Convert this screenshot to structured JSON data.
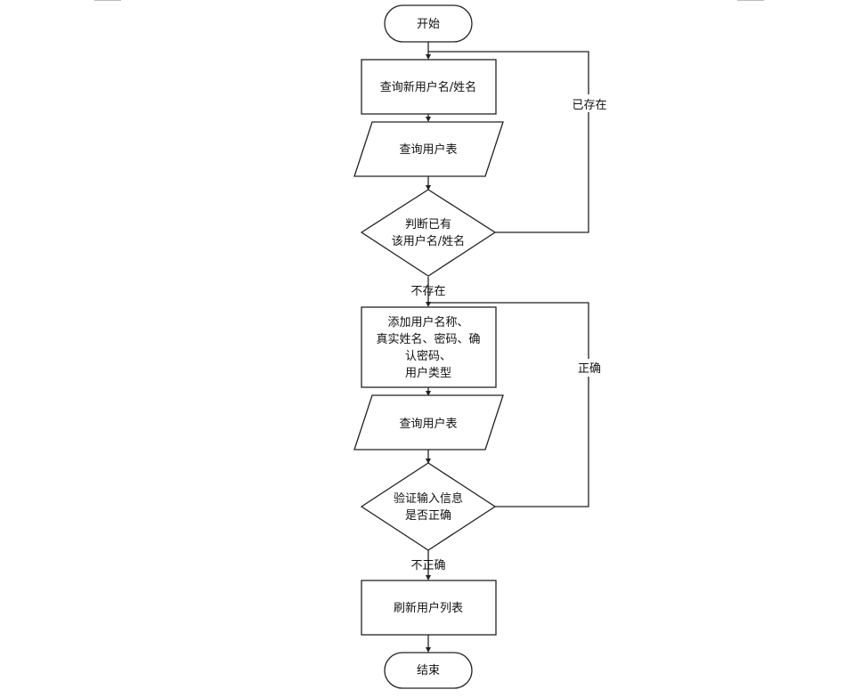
{
  "nodes": {
    "start": "开始",
    "query_name": "查询新用户名/姓名",
    "query_table_1": "查询用户表",
    "check_exists_line1": "判断已有",
    "check_exists_line2": "该用户名/姓名",
    "add_line1": "添加用户名称、",
    "add_line2": "真实姓名、密码、确",
    "add_line3": "认密码、",
    "add_line4": "用户类型",
    "query_table_2": "查询用户表",
    "verify_line1": "验证输入信息",
    "verify_line2": "是否正确",
    "refresh": "刷新用户列表",
    "end": "结束"
  },
  "edges": {
    "exists": "已存在",
    "not_exists": "不存在",
    "correct": "正确",
    "incorrect": "不正确"
  }
}
